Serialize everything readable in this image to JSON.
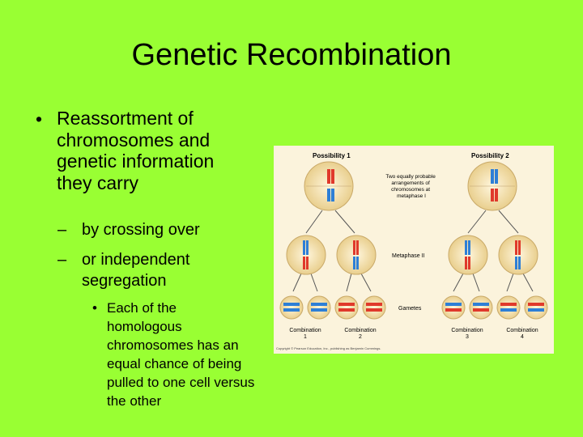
{
  "slide": {
    "title": "Genetic Recombination",
    "bullet_marker": "•",
    "dash_marker": "–",
    "bullet1": [
      "Reassortment of",
      "chromosomes and",
      "genetic information",
      "they carry"
    ],
    "sub1": "by crossing over",
    "sub2": [
      "or independent",
      "segregation"
    ],
    "subsub": [
      "Each of the",
      "homologous",
      "chromosomes has an",
      "equal chance of being",
      "pulled to one cell versus",
      "the other"
    ]
  },
  "figure": {
    "possibility1": "Possibility 1",
    "possibility2": "Possibility 2",
    "note": [
      "Two equally probable",
      "arrangements of",
      "chromosomes at",
      "metaphase I"
    ],
    "metaphase2": "Metaphase II",
    "gametes": "Gametes",
    "combos": [
      {
        "label": "Combination",
        "num": "1"
      },
      {
        "label": "Combination",
        "num": "2"
      },
      {
        "label": "Combination",
        "num": "3"
      },
      {
        "label": "Combination",
        "num": "4"
      }
    ],
    "copyright": "Copyright © Pearson Education, Inc., publishing as Benjamin Cummings."
  },
  "colors": {
    "background": "#99ff33",
    "figure_bg": "#fbf3dc",
    "red": "#e0392b",
    "blue": "#2e7fd6",
    "cell": "#f3dca5"
  }
}
